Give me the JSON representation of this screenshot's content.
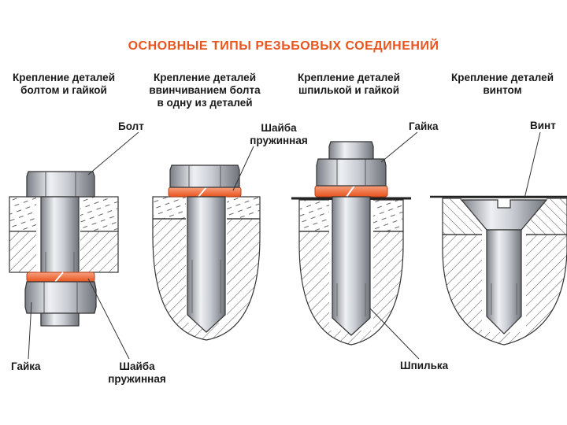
{
  "title": "ОСНОВНЫЕ  ТИПЫ  РЕЗЬБОВЫХ  СОЕДИНЕНИЙ",
  "colors": {
    "title": "#e8541e",
    "washer": "#f06a3c",
    "metal": "#c9ccd2",
    "metal_dark": "#6f737a",
    "hatch": "#555555"
  },
  "captions": [
    {
      "line1": "Крепление деталей",
      "line2": "болтом  и  гайкой",
      "line3": ""
    },
    {
      "line1": "Крепление  деталей",
      "line2": "ввинчиванием  болта",
      "line3": "в одну из деталей"
    },
    {
      "line1": "Крепление деталей",
      "line2": "шпилькой и гайкой",
      "line3": ""
    },
    {
      "line1": "Крепление деталей",
      "line2": "винтом",
      "line3": ""
    }
  ],
  "labels": {
    "bolt": "Болт",
    "washer_top_line1": "Шайба",
    "washer_top_line2": "пружинная",
    "nut_top": "Гайка",
    "screw": "Винт",
    "nut_bottom": "Гайка",
    "washer_bottom_line1": "Шайба",
    "washer_bottom_line2": "пружинная",
    "stud": "Шпилька"
  }
}
